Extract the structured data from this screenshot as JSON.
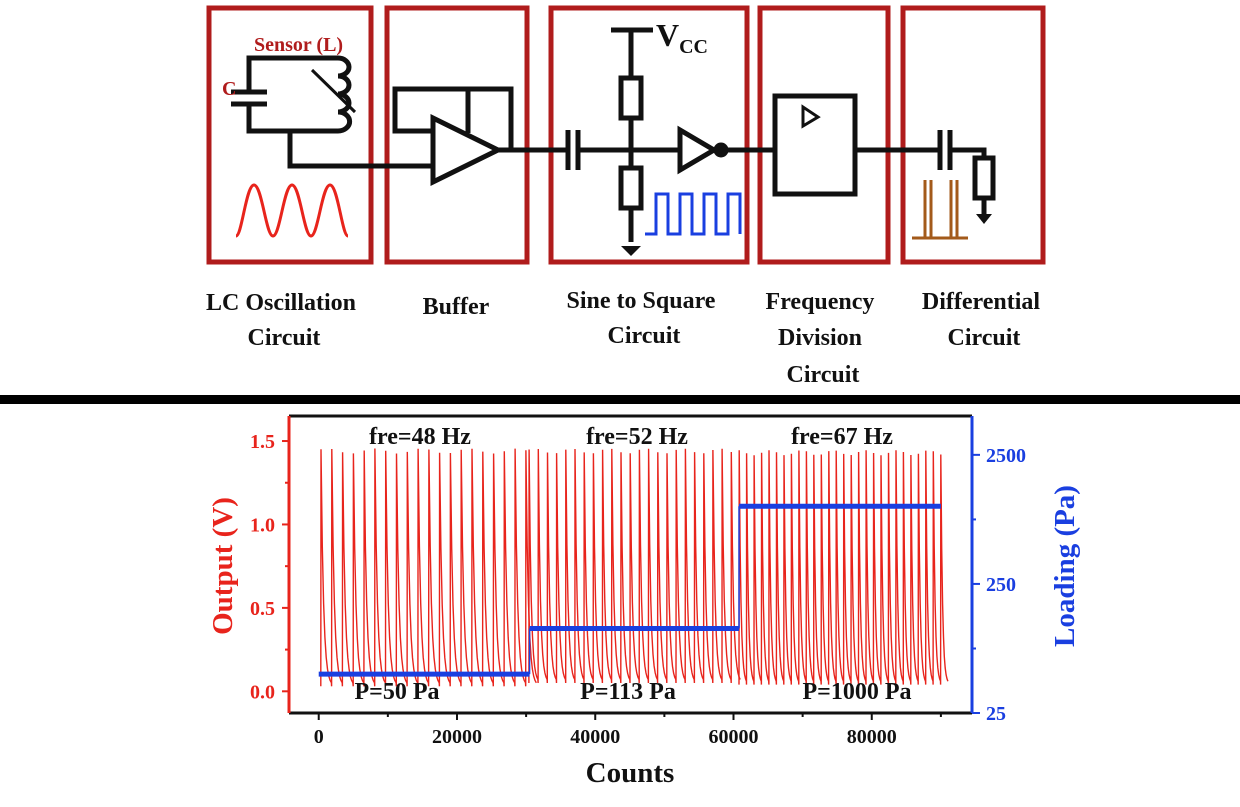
{
  "diagram": {
    "sensor_label": "Sensor (L)",
    "capacitor_label": "C",
    "vcc_label": "V",
    "vcc_sub": "CC",
    "block_labels": [
      [
        "LC Oscillation",
        "Circuit"
      ],
      [
        "Buffer"
      ],
      [
        "Sine to Square",
        "Circuit"
      ],
      [
        "Frequency",
        "Division",
        "Circuit"
      ],
      [
        "Differential",
        "Circuit"
      ]
    ],
    "colors": {
      "block_border": "#b01c1c",
      "wire": "#111111",
      "sine": "#e8241c",
      "square": "#1a3fe0",
      "pulse": "#a35a1a"
    }
  },
  "chart_data": {
    "type": "line",
    "xlabel": "Counts",
    "ylabel_left": "Output (V)",
    "ylabel_right": "Loading (Pa)",
    "x_ticks": [
      "0",
      "20000",
      "40000",
      "60000",
      "80000"
    ],
    "x_tick_values": [
      0,
      20000,
      40000,
      60000,
      80000
    ],
    "y_left_ticks": [
      "0.0",
      "0.5",
      "1.0",
      "1.5"
    ],
    "y_left_tick_values": [
      0,
      0.5,
      1.0,
      1.5
    ],
    "y_right_ticks": [
      "25",
      "250",
      "2500"
    ],
    "y_right_tick_values": [
      25,
      250,
      2500
    ],
    "y_right_scale": "log",
    "xlim": [
      -4300,
      94500
    ],
    "ylim_left": [
      -0.13,
      1.65
    ],
    "ylim_right": [
      25,
      5000
    ],
    "series": [
      {
        "axis": "left",
        "color": "#e8241c",
        "segments": [
          {
            "x_start": 300,
            "x_end": 30400,
            "period": 1560,
            "peak": 1.44,
            "baseline": 0.03
          },
          {
            "x_start": 30400,
            "x_end": 60800,
            "period": 1330,
            "peak": 1.44,
            "baseline": 0.05
          },
          {
            "x_start": 60800,
            "x_end": 90300,
            "period": 1080,
            "peak": 1.43,
            "baseline": 0.04
          }
        ]
      },
      {
        "axis": "right",
        "color": "#1a3fe0",
        "steps": [
          {
            "x_start": 0,
            "x_end": 30500,
            "y": 50
          },
          {
            "x_start": 30500,
            "x_end": 60800,
            "y": 113
          },
          {
            "x_start": 60800,
            "x_end": 90000,
            "y": 1000
          }
        ]
      }
    ],
    "annotations_top": [
      "fre=48 Hz",
      "fre=52 Hz",
      "fre=67 Hz"
    ],
    "annotations_bottom": [
      "P=50 Pa",
      "P=113 Pa",
      "P=1000 Pa"
    ]
  }
}
